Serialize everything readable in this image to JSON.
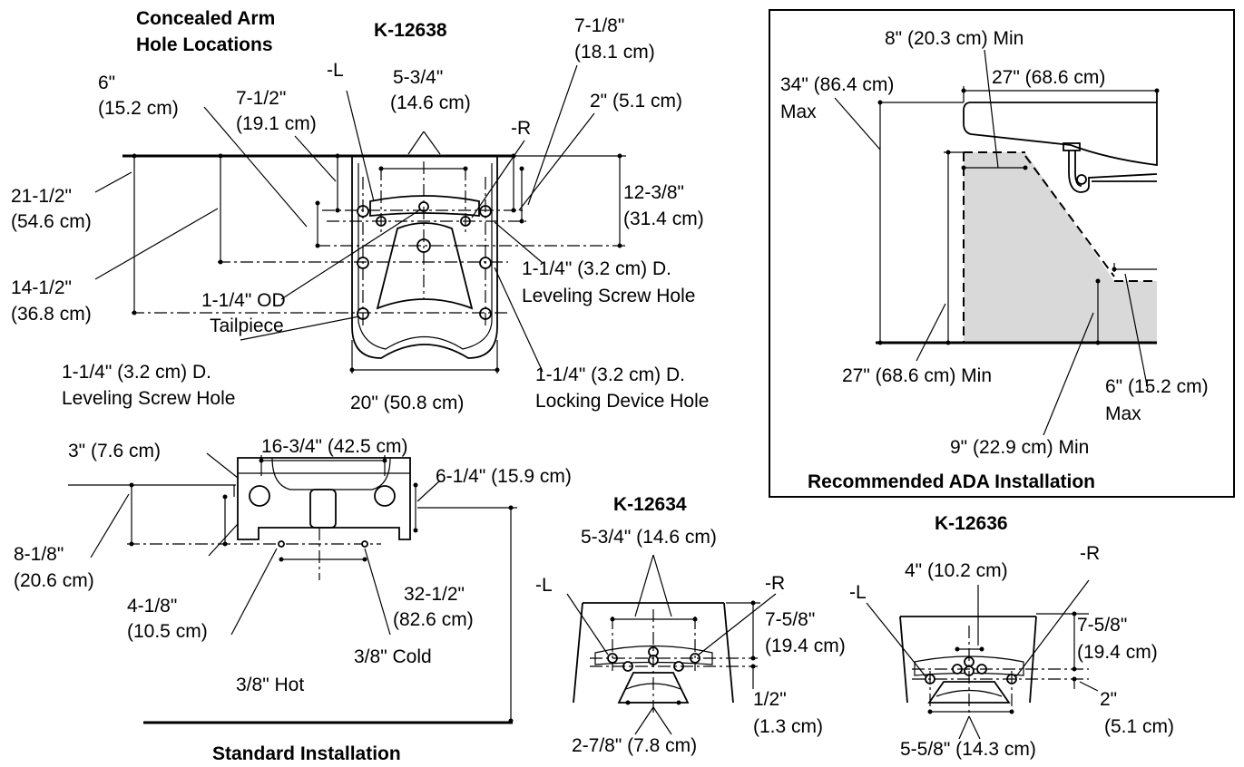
{
  "titles": {
    "concealed_arm": [
      "Concealed Arm",
      "Hole Locations"
    ],
    "k12638": "K-12638",
    "k12634": "K-12634",
    "k12636": "K-12636",
    "standard": "Standard Installation",
    "ada": "Recommended ADA Installation"
  },
  "k12638": {
    "d6": [
      "6\"",
      "(15.2 cm)"
    ],
    "d7_1_2": [
      "7-1/2\"",
      "(19.1 cm)"
    ],
    "L": "-L",
    "d5_3_4": [
      "5-3/4\"",
      "(14.6 cm)"
    ],
    "R": "-R",
    "d7_1_8": [
      "7-1/8\"",
      "(18.1 cm)"
    ],
    "d2": "2\" (5.1 cm)",
    "d21_1_2": [
      "21-1/2\"",
      "(54.6 cm)"
    ],
    "d12_3_8": [
      "12-3/8\"",
      "(31.4 cm)"
    ],
    "d14_1_2": [
      "14-1/2\"",
      "(36.8 cm)"
    ],
    "tailpiece": [
      "1-1/4\" OD",
      "Tailpiece"
    ],
    "leveling_right": [
      "1-1/4\" (3.2 cm) D.",
      "Leveling Screw Hole"
    ],
    "leveling_left": [
      "1-1/4\" (3.2 cm) D.",
      "Leveling Screw Hole"
    ],
    "locking": [
      "1-1/4\" (3.2 cm) D.",
      "Locking Device Hole"
    ],
    "width": "20\" (50.8 cm)"
  },
  "standard": {
    "d3": "3\" (7.6 cm)",
    "d16_3_4": "16-3/4\" (42.5 cm)",
    "d6_1_4": "6-1/4\" (15.9 cm)",
    "d8_1_8": [
      "8-1/8\"",
      "(20.6 cm)"
    ],
    "d4_1_8": [
      "4-1/8\"",
      "(10.5 cm)"
    ],
    "d32_1_2": [
      "32-1/2\"",
      "(82.6 cm)"
    ],
    "cold": "3/8\" Cold",
    "hot": "3/8\" Hot"
  },
  "ada": {
    "min8": "8\" (20.3 cm) Min",
    "d27": "27\" (68.6 cm)",
    "max34": [
      "34\" (86.4 cm)",
      "Max"
    ],
    "min27": "27\" (68.6 cm) Min",
    "max6": [
      "6\" (15.2 cm)",
      "Max"
    ],
    "min9": "9\" (22.9 cm) Min"
  },
  "k12634": {
    "d5_3_4": "5-3/4\" (14.6 cm)",
    "L": "-L",
    "R": "-R",
    "d7_5_8": [
      "7-5/8\"",
      "(19.4 cm)"
    ],
    "d1_2": [
      "1/2\"",
      "(1.3 cm)"
    ],
    "d2_7_8": "2-7/8\" (7.8 cm)"
  },
  "k12636": {
    "d4": "4\" (10.2 cm)",
    "L": "-L",
    "R": "-R",
    "d7_5_8": [
      "7-5/8\"",
      "(19.4 cm)"
    ],
    "d2": [
      "2\"",
      "(5.1 cm)"
    ],
    "d5_5_8": "5-5/8\" (14.3 cm)"
  },
  "colors": {
    "line": "#000000",
    "ada_shade": "#d9d9d9",
    "background": "#ffffff"
  }
}
